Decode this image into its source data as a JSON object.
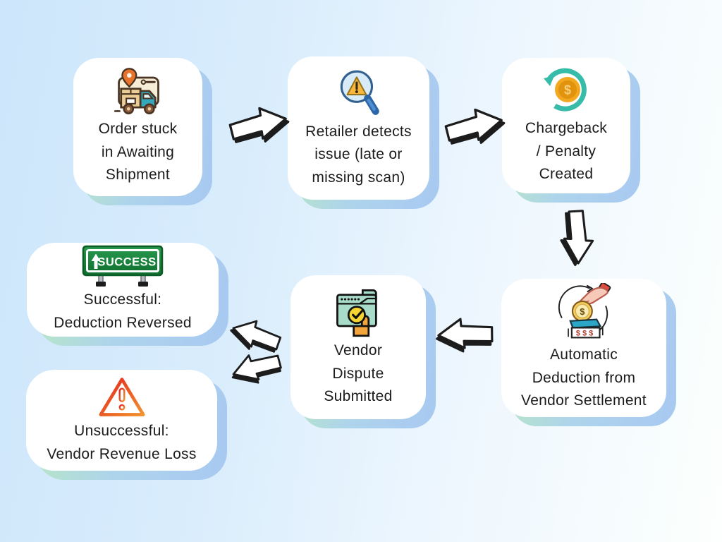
{
  "background": {
    "gradient_start": "#cde6fb",
    "gradient_end": "#fcfffd"
  },
  "card_style": {
    "bg": "#ffffff",
    "shadow_left": "#b7e7c3",
    "shadow_right": "#a8c9f1",
    "text_color": "#1b1b1b"
  },
  "nodes": [
    {
      "id": "order-stuck",
      "icon": "delivery-truck-icon",
      "lines": [
        "Order stuck",
        "in Awaiting",
        "Shipment"
      ]
    },
    {
      "id": "retailer-detects-issue",
      "icon": "magnifier-warning-icon",
      "lines": [
        "Retailer detects",
        "issue (late or",
        "missing scan)"
      ]
    },
    {
      "id": "chargeback-created",
      "icon": "money-refund-icon",
      "lines": [
        "Chargeback",
        "/ Penalty",
        "Created"
      ]
    },
    {
      "id": "automatic-deduction",
      "icon": "hand-coin-deposit-icon",
      "lines": [
        "Automatic",
        "Deduction from",
        "Vendor Settlement"
      ]
    },
    {
      "id": "vendor-dispute-submitted",
      "icon": "folder-check-icon",
      "lines": [
        "Vendor",
        "Dispute",
        "Submitted"
      ]
    },
    {
      "id": "successful-deduction-reversed",
      "icon": "success-sign-icon",
      "lines": [
        "Successful:",
        "Deduction Reversed"
      ]
    },
    {
      "id": "unsuccessful-revenue-loss",
      "icon": "warning-triangle-icon",
      "lines": [
        "Unsuccessful:",
        "Vendor Revenue Loss"
      ]
    }
  ],
  "icon_text": {
    "dollar": "$",
    "triple_dollar": "$$$",
    "success_sign": "SUCCESS"
  },
  "edges": [
    {
      "from": "order-stuck",
      "to": "retailer-detects-issue",
      "direction": "right"
    },
    {
      "from": "retailer-detects-issue",
      "to": "chargeback-created",
      "direction": "right"
    },
    {
      "from": "chargeback-created",
      "to": "automatic-deduction",
      "direction": "down"
    },
    {
      "from": "automatic-deduction",
      "to": "vendor-dispute-submitted",
      "direction": "left"
    },
    {
      "from": "vendor-dispute-submitted",
      "to": "successful-deduction-reversed",
      "direction": "up-left"
    },
    {
      "from": "vendor-dispute-submitted",
      "to": "unsuccessful-revenue-loss",
      "direction": "down-left"
    }
  ],
  "status_colors": {
    "success_green": "#168038",
    "warning_red": "#e4231c",
    "warning_orange": "#f2922e",
    "accent_teal": "#37bcaa",
    "coin_gold": "#f2a820"
  }
}
